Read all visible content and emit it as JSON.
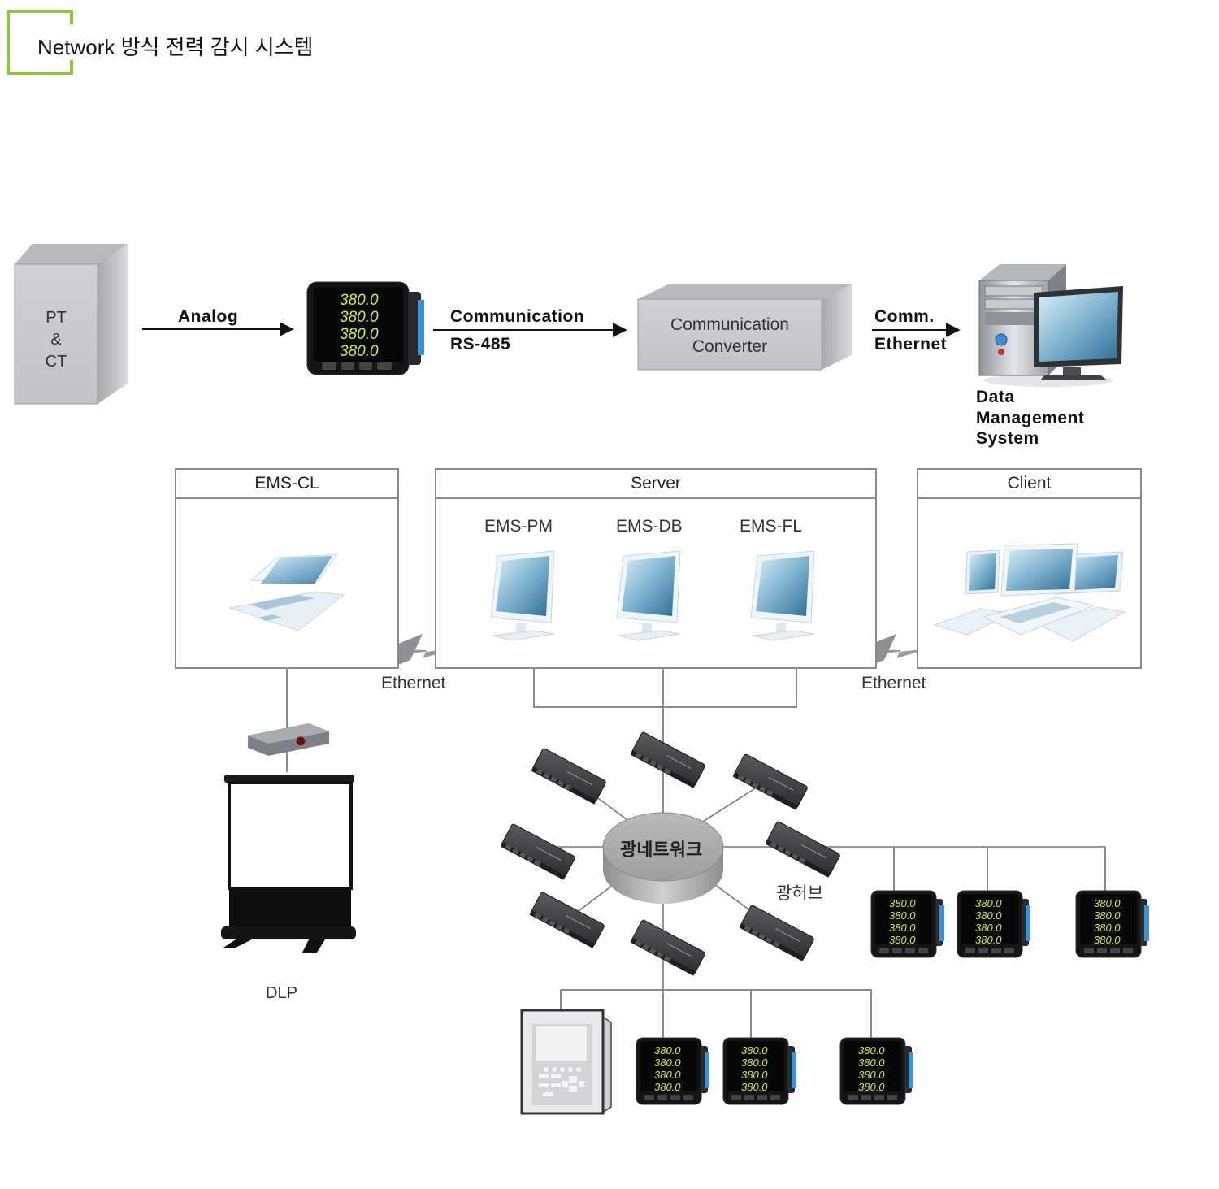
{
  "header": {
    "title": "Network 방식 전력 감시 시스템",
    "accent_color": "#8cc63f"
  },
  "top_flow": {
    "source_box": {
      "lines": [
        "PT",
        "&",
        "CT"
      ]
    },
    "arrow_1": {
      "label": "Analog"
    },
    "meter": {
      "readings": [
        "380.0",
        "380.0",
        "380.0",
        "380.0"
      ],
      "display_color": "#c8f03c"
    },
    "arrow_2": {
      "label_top": "Communication",
      "label_bottom": "RS-485"
    },
    "converter_box": {
      "lines": [
        "Communication",
        "Converter"
      ]
    },
    "arrow_3": {
      "label_top": "Comm.",
      "label_bottom": "Ethernet"
    },
    "dms": {
      "lines": [
        "Data",
        "Management",
        "System"
      ]
    }
  },
  "panels": {
    "ems_cl": {
      "title": "EMS-CL"
    },
    "server": {
      "title": "Server",
      "nodes": [
        {
          "label": "EMS-PM"
        },
        {
          "label": "EMS-DB"
        },
        {
          "label": "EMS-FL"
        }
      ]
    },
    "client": {
      "title": "Client"
    }
  },
  "links": {
    "left_ethernet": "Ethernet",
    "right_ethernet": "Ethernet"
  },
  "network": {
    "core_label": "광네트워크",
    "hub_label": "광허브",
    "hub_count": 8
  },
  "display": {
    "label": "DLP"
  },
  "meters_right": {
    "count": 3,
    "reading": "380.0"
  },
  "meters_bottom": {
    "count": 3,
    "reading": "380.0"
  },
  "relay_unit": {
    "name": "protection-relay"
  }
}
